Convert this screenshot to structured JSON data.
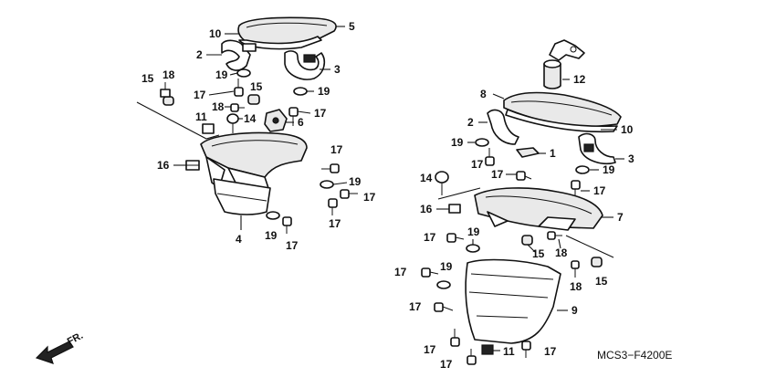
{
  "diagram_code": "MCS3−F4200E",
  "direction_label": "FR.",
  "direction_icon": "front-direction-arrow-icon",
  "assemblies": {
    "left": {
      "callouts": [
        "10",
        "5",
        "2",
        "3",
        "19",
        "15",
        "18",
        "17",
        "15",
        "19",
        "18",
        "17",
        "11",
        "14",
        "6",
        "16",
        "17",
        "19",
        "17",
        "4",
        "19",
        "17",
        "17"
      ]
    },
    "right": {
      "callouts": [
        "12",
        "8",
        "2",
        "10",
        "19",
        "1",
        "17",
        "3",
        "19",
        "14",
        "17",
        "17",
        "16",
        "7",
        "17",
        "19",
        "15",
        "18",
        "17",
        "19",
        "18",
        "15",
        "17",
        "9",
        "17",
        "11",
        "17",
        "17"
      ]
    }
  }
}
